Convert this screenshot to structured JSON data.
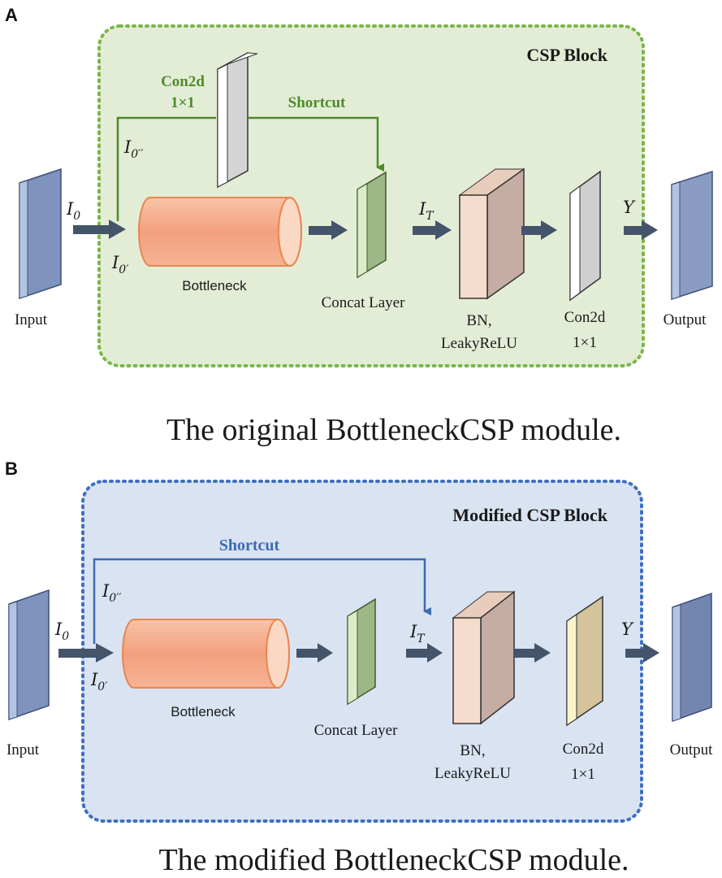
{
  "panel_a": {
    "letter": "A",
    "block_title": "CSP Block",
    "conv_label_line1": "Con2d",
    "conv_label_line2": "1×1",
    "shortcut_label": "Shortcut",
    "input_label": "Input",
    "output_label": "Output",
    "bottleneck_label": "Bottleneck",
    "concat_label": "Concat Layer",
    "bn_line1": "BN,",
    "bn_line2": "LeakyReLU",
    "conv2_line1": "Con2d",
    "conv2_line2": "1×1",
    "sym_i0": "I",
    "sym_i0_sub": "0",
    "sym_i0pp_sub": "0′′",
    "sym_i0p_sub": "0′",
    "sym_it": "I",
    "sym_it_sub": "T",
    "sym_y": "Y",
    "caption": "The original BottleneckCSP module.",
    "colors": {
      "border": "#7ab648",
      "fill": "#e3edd6",
      "arrow": "#4f8a2c"
    }
  },
  "panel_b": {
    "letter": "B",
    "block_title": "Modified  CSP Block",
    "shortcut_label": "Shortcut",
    "input_label": "Input",
    "output_label": "Output",
    "bottleneck_label": "Bottleneck",
    "concat_label": "Concat Layer",
    "bn_line1": "BN,",
    "bn_line2": "LeakyReLU",
    "conv2_line1": "Con2d",
    "conv2_line2": "1×1",
    "sym_i0": "I",
    "sym_i0_sub": "0",
    "sym_i0pp_sub": "0′′",
    "sym_i0p_sub": "0′",
    "sym_it": "I",
    "sym_it_sub": "T",
    "sym_y": "Y",
    "caption": "The modified BottleneckCSP module.",
    "colors": {
      "border": "#3f6fc0",
      "fill": "#d9e3f2",
      "arrow": "#3d6bb0"
    }
  },
  "icons": [
    "input-tensor-icon",
    "bottleneck-cylinder-icon",
    "concat-layer-icon",
    "bn-layer-icon",
    "conv-layer-icon",
    "output-tensor-icon",
    "flow-arrow-icon"
  ]
}
